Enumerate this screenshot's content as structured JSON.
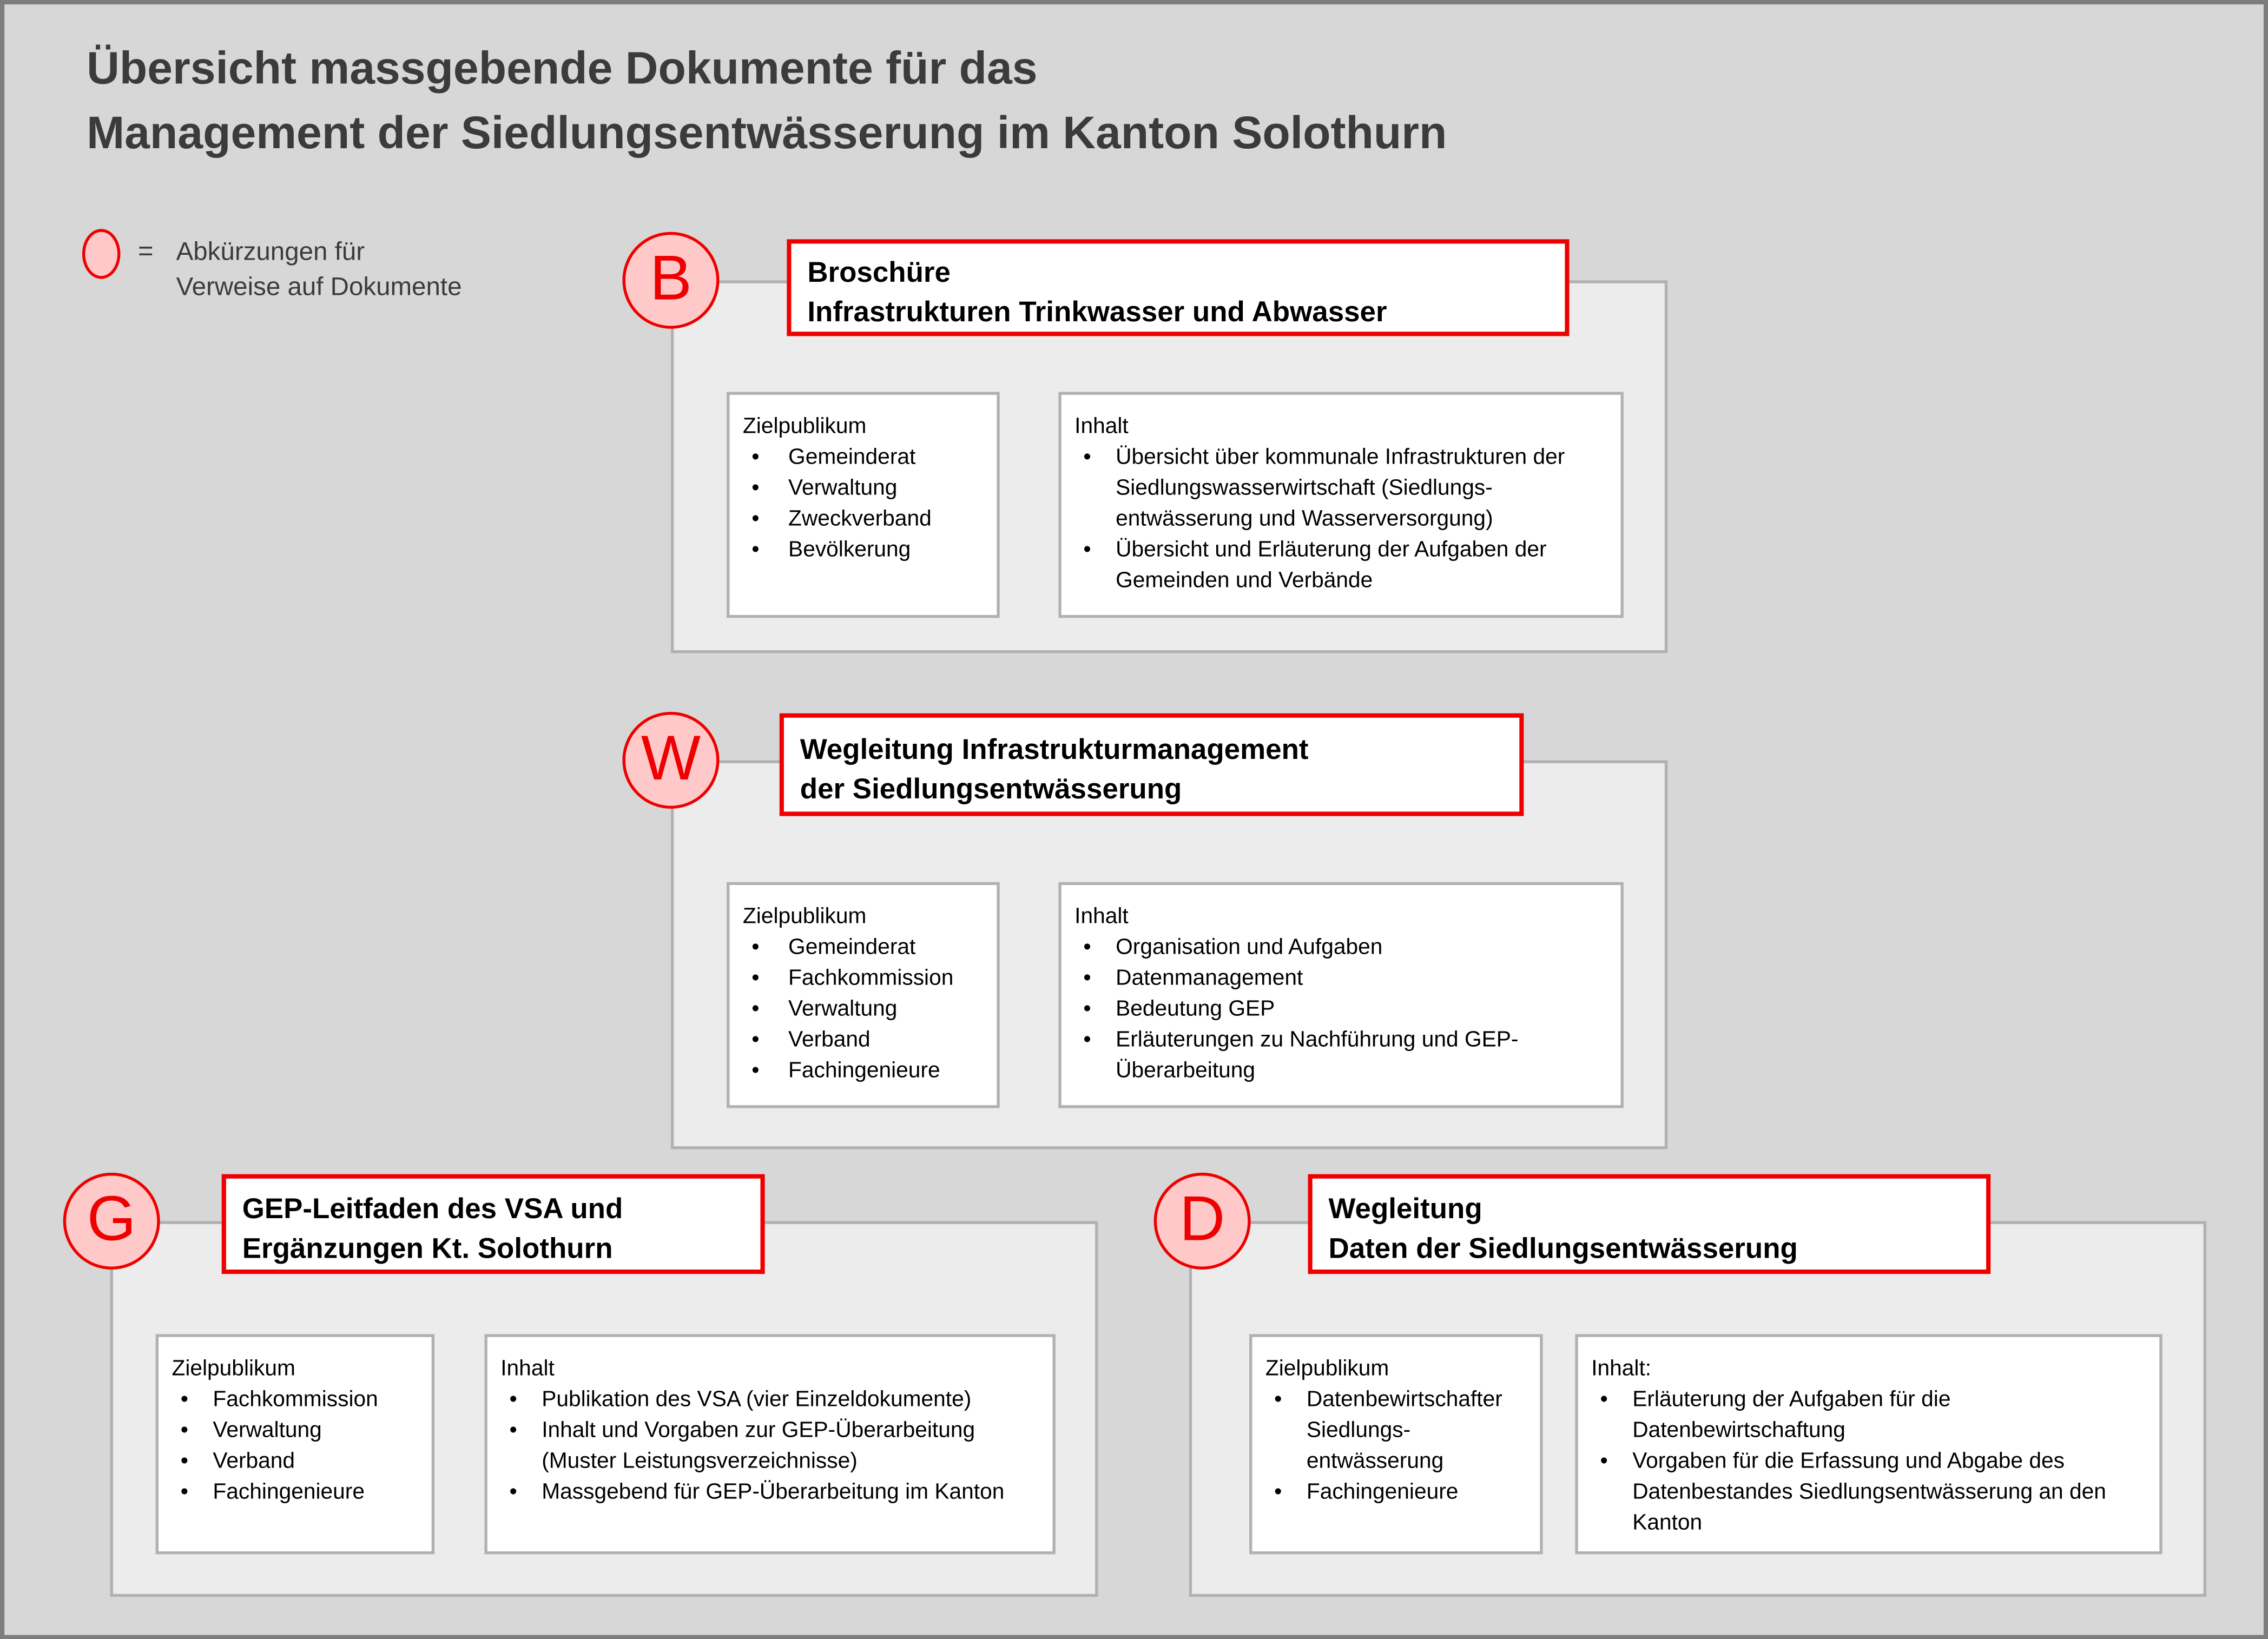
{
  "page": {
    "title": {
      "line1": "Übersicht massgebende Dokumente für das",
      "line2": "Management der Siedlungsentwässerung im Kanton Solothurn"
    },
    "legend": {
      "symbol": "=",
      "line1": "Abkürzungen für",
      "line2": "Verweise auf Dokumente"
    }
  },
  "colors": {
    "accent_red": "#ee0000",
    "badge_fill": "#ffc9c9",
    "page_background": "#d7d7d7",
    "panel_background": "#ececec",
    "box_border_gray": "#b1b1b1",
    "page_border_gray": "#7d7d7d",
    "heading_text": "#3b3b3b"
  },
  "groups": [
    {
      "badge": "B",
      "title_lines": [
        "Broschüre",
        "Infrastrukturen Trinkwasser und Abwasser"
      ],
      "audience": {
        "header": "Zielpublikum",
        "items": [
          "Gemeinderat",
          "Verwaltung",
          "Zweckverband",
          "Bevölkerung"
        ]
      },
      "content": {
        "header": "Inhalt",
        "items": [
          "Übersicht über kommunale Infrastrukturen der Siedlungswasserwirtschaft (Siedlungs-entwässerung und Wasserversorgung)",
          "Übersicht und Erläuterung der Aufgaben der Gemeinden und Verbände"
        ]
      }
    },
    {
      "badge": "W",
      "title_lines": [
        "Wegleitung Infrastrukturmanagement",
        "der Siedlungsentwässerung"
      ],
      "audience": {
        "header": "Zielpublikum",
        "items": [
          "Gemeinderat",
          "Fachkommission",
          "Verwaltung",
          "Verband",
          "Fachingenieure"
        ]
      },
      "content": {
        "header": "Inhalt",
        "items": [
          "Organisation und Aufgaben",
          "Datenmanagement",
          "Bedeutung GEP",
          "Erläuterungen zu Nachführung und GEP-Überarbeitung"
        ]
      }
    },
    {
      "badge": "G",
      "title_lines": [
        "GEP-Leitfaden des VSA und",
        "Ergänzungen Kt. Solothurn"
      ],
      "audience": {
        "header": "Zielpublikum",
        "items": [
          "Fachkommission",
          "Verwaltung",
          "Verband",
          "Fachingenieure"
        ]
      },
      "content": {
        "header": "Inhalt",
        "items": [
          "Publikation des VSA (vier Einzeldokumente)",
          "Inhalt und Vorgaben zur GEP-Überarbeitung (Muster Leistungsverzeichnisse)",
          "Massgebend für GEP-Überarbeitung im Kanton"
        ]
      }
    },
    {
      "badge": "D",
      "title_lines": [
        "Wegleitung",
        "Daten der Siedlungsentwässerung"
      ],
      "audience": {
        "header": "Zielpublikum",
        "items": [
          "Datenbewirtschafter Siedlungs-entwässerung",
          "Fachingenieure"
        ]
      },
      "content": {
        "header": "Inhalt:",
        "items": [
          "Erläuterung der Aufgaben für die Datenbewirtschaftung",
          "Vorgaben für die Erfassung und Abgabe des Datenbestandes Siedlungsentwässerung an den Kanton"
        ]
      }
    }
  ]
}
